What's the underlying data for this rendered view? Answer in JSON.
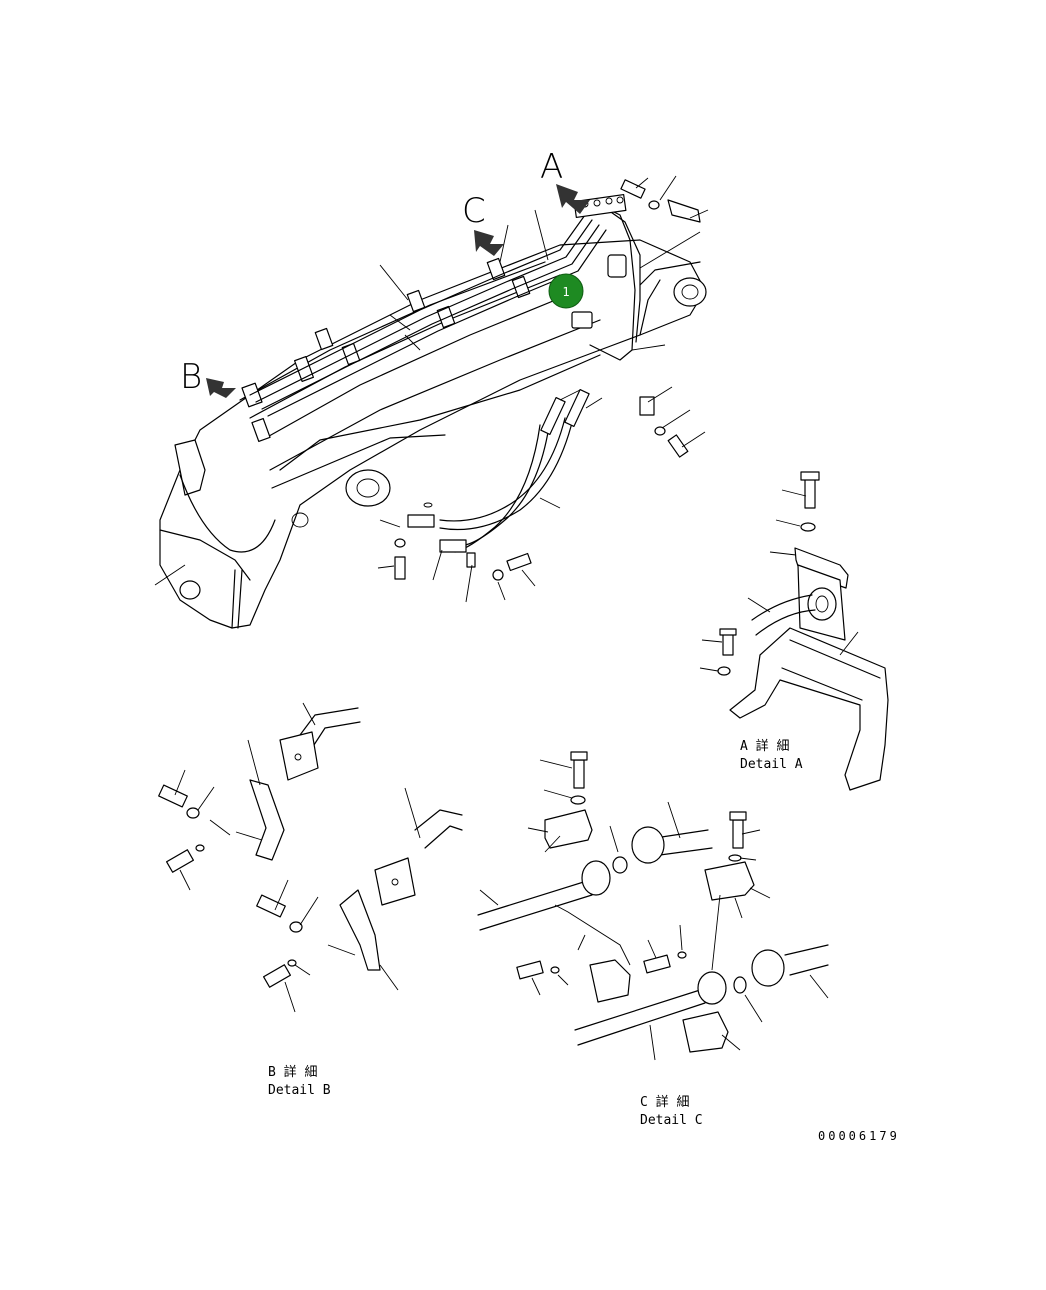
{
  "view_labels": {
    "a": "A",
    "b": "B",
    "c": "C"
  },
  "details": {
    "a": {
      "jp": "A 詳 細",
      "en": "Detail A"
    },
    "b": {
      "jp": "B 詳 細",
      "en": "Detail B"
    },
    "c": {
      "jp": "C 詳 細",
      "en": "Detail C"
    }
  },
  "callout": {
    "number": "1",
    "color": "#1e8a22"
  },
  "drawing_number": "00006179"
}
